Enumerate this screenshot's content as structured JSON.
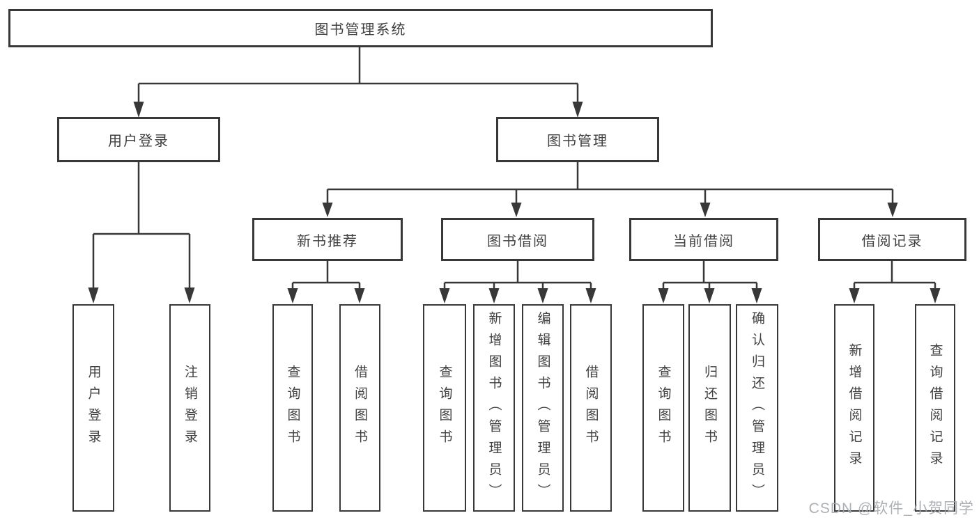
{
  "diagram": {
    "title": "图书管理系统",
    "level2": [
      {
        "label": "用户登录",
        "children": [
          {
            "label": "用户登录"
          },
          {
            "label": "注销登录"
          }
        ]
      },
      {
        "label": "图书管理",
        "groups": [
          {
            "label": "新书推荐",
            "children": [
              {
                "label": "查询图书"
              },
              {
                "label": "借阅图书"
              }
            ]
          },
          {
            "label": "图书借阅",
            "children": [
              {
                "label": "查询图书"
              },
              {
                "label": "新增图书（管理员）"
              },
              {
                "label": "编辑图书（管理员）"
              },
              {
                "label": "借阅图书"
              }
            ]
          },
          {
            "label": "当前借阅",
            "children": [
              {
                "label": "查询图书"
              },
              {
                "label": "归还图书"
              },
              {
                "label": "确认归还（管理员）"
              }
            ]
          },
          {
            "label": "借阅记录",
            "children": [
              {
                "label": "新增借阅记录"
              },
              {
                "label": "查询借阅记录"
              }
            ]
          }
        ]
      }
    ]
  },
  "watermark": "CSDN @软件_小贺同学",
  "colors": {
    "line": "#383838",
    "text": "#404040",
    "watermark": "#a6a9ae",
    "background": "#ffffff"
  }
}
